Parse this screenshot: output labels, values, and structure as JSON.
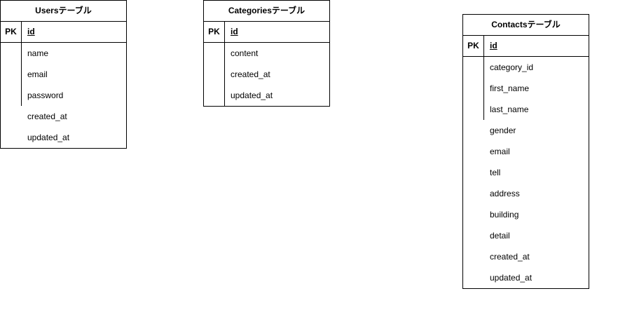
{
  "tables": [
    {
      "title": "Usersテーブル",
      "pk_label": "PK",
      "pk_field": "id",
      "fields": [
        "name",
        "email",
        "password",
        "created_at",
        "updated_at"
      ]
    },
    {
      "title": "Categoriesテーブル",
      "pk_label": "PK",
      "pk_field": "id",
      "fields": [
        "content",
        "created_at",
        "updated_at"
      ]
    },
    {
      "title": "Contactsテーブル",
      "pk_label": "PK",
      "pk_field": "id",
      "fields": [
        "category_id",
        "first_name",
        "last_name",
        "gender",
        "email",
        "tell",
        "address",
        "building",
        "detail",
        "created_at",
        "updated_at"
      ]
    }
  ]
}
